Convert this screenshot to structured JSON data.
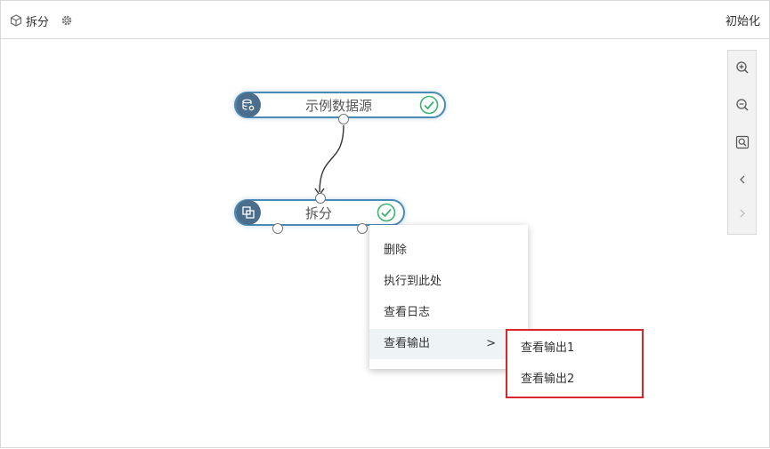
{
  "header": {
    "title": "拆分",
    "init_label": "初始化",
    "title_icon": "cube-icon",
    "settings_icon": "gear-icon"
  },
  "toolbar": {
    "items": [
      {
        "icon": "zoom-in-icon"
      },
      {
        "icon": "zoom-out-icon"
      },
      {
        "icon": "fit-view-icon"
      },
      {
        "icon": "chevron-left-icon"
      },
      {
        "icon": "chevron-right-icon"
      }
    ]
  },
  "nodes": {
    "source": {
      "label": "示例数据源",
      "icon": "database-gear-icon",
      "status": "success"
    },
    "split": {
      "label": "拆分",
      "icon": "split-icon",
      "status": "success"
    }
  },
  "context_menu": {
    "items": [
      "删除",
      "执行到此处",
      "查看日志",
      "查看输出"
    ],
    "submenu_arrow": ">",
    "submenu": [
      "查看输出1",
      "查看输出2"
    ]
  },
  "colors": {
    "node_border": "#4a8bb5",
    "node_icon_bg": "#4a6e8c",
    "success_green": "#3cb371",
    "highlight_red": "#d9262a"
  }
}
